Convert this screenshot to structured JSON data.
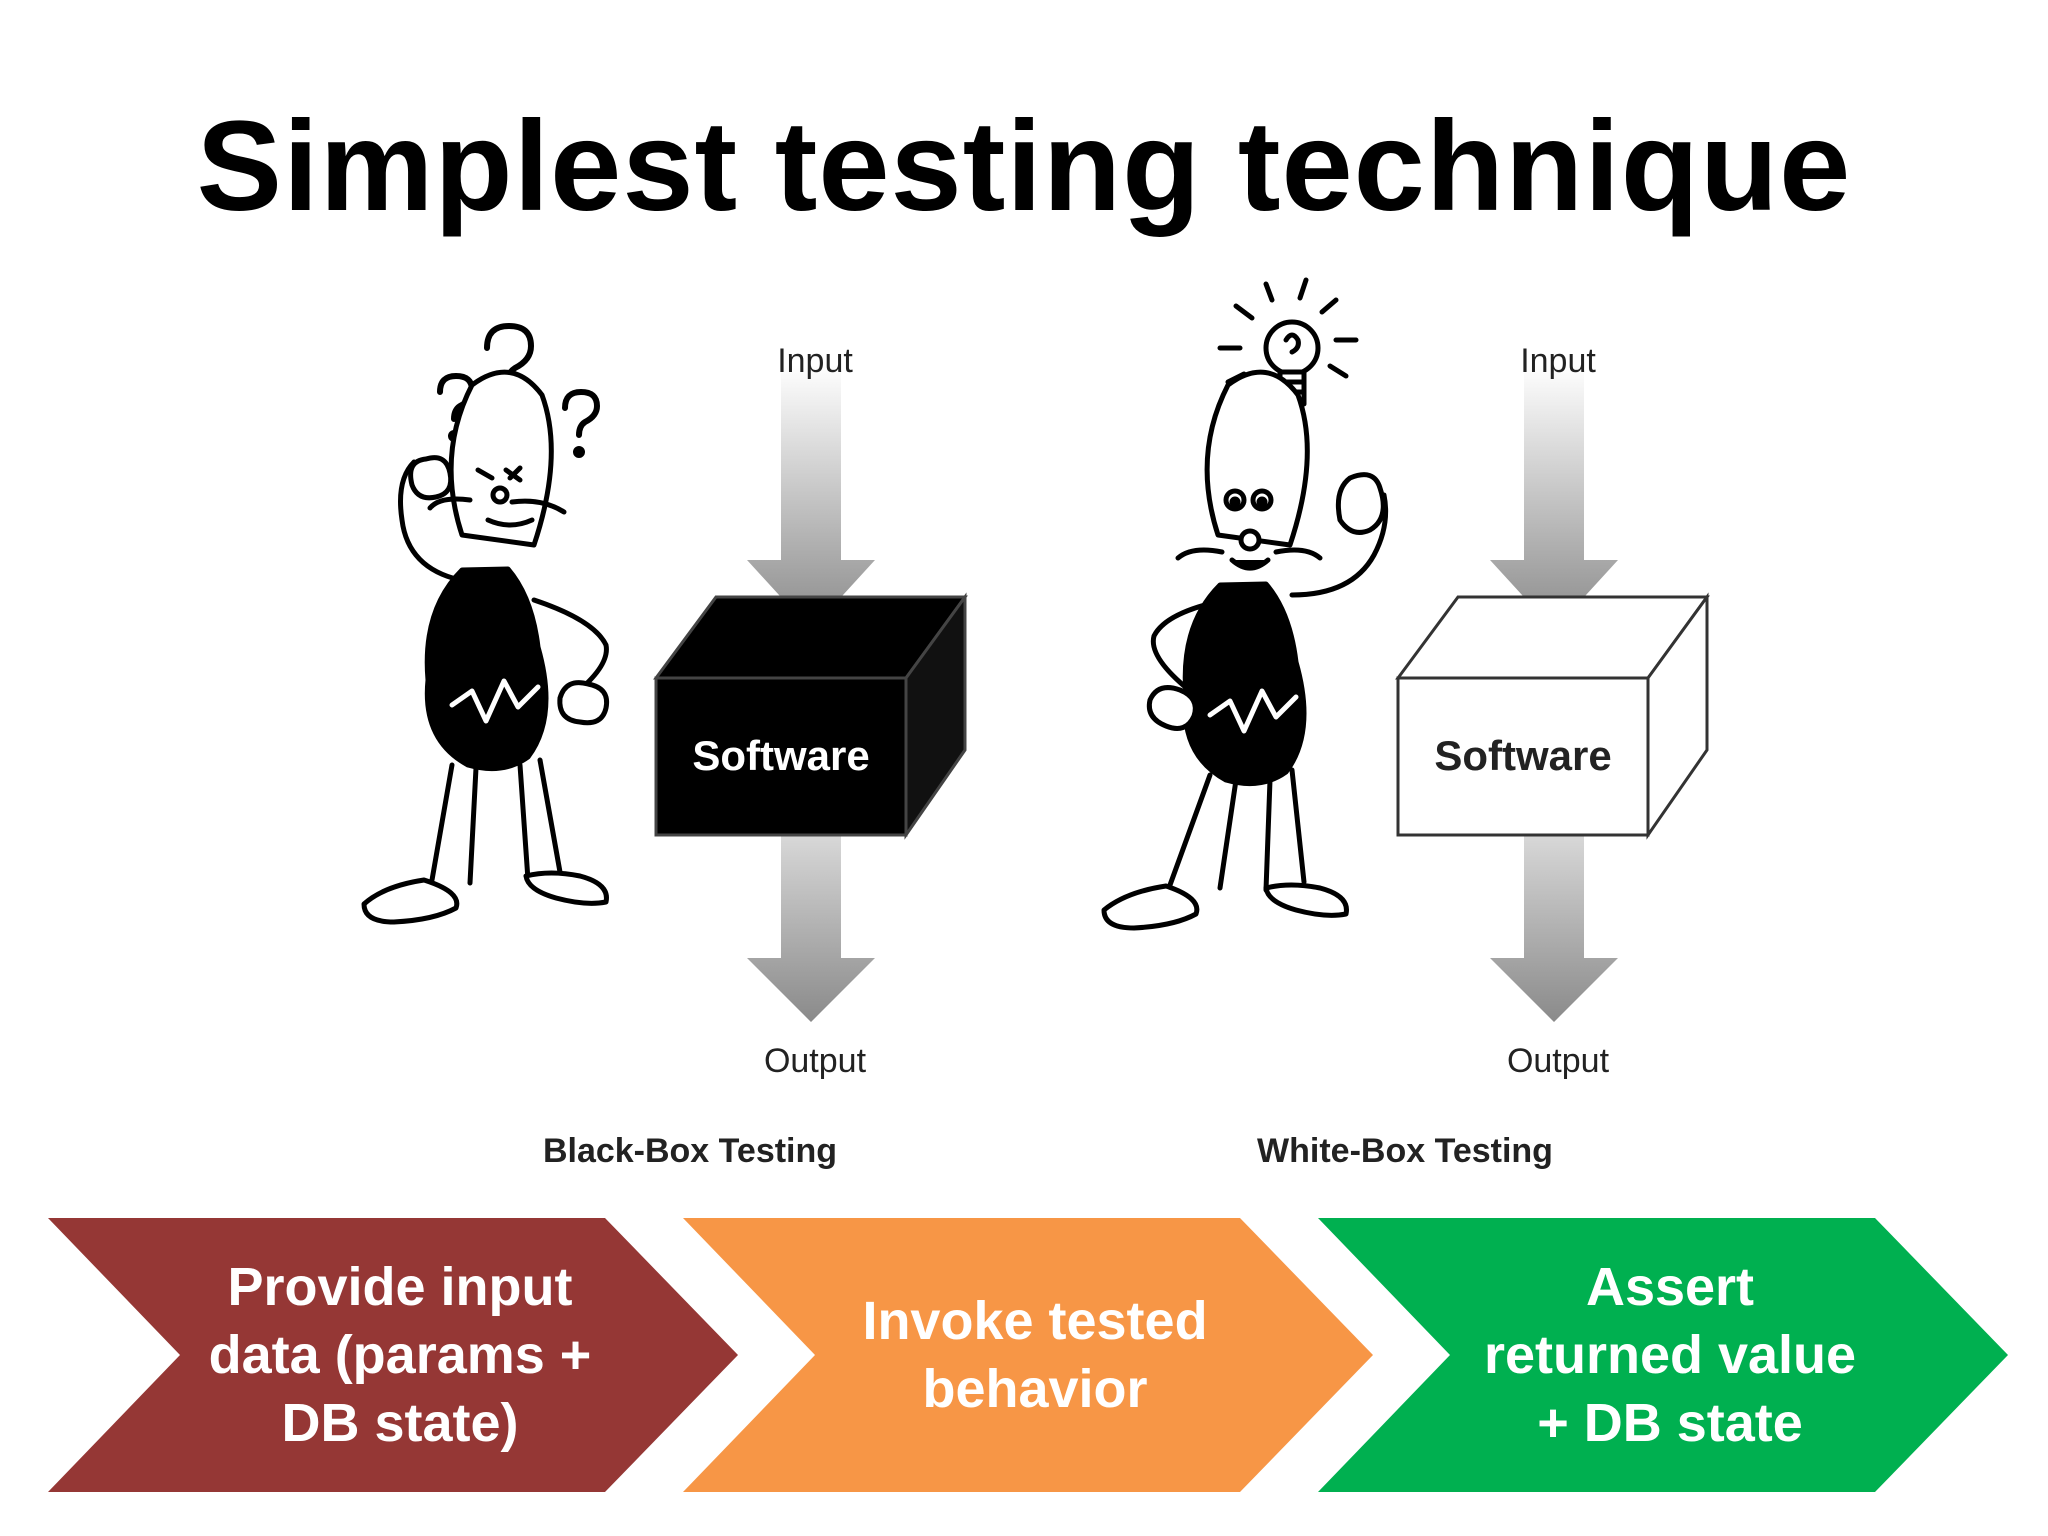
{
  "title": "Simplest testing technique",
  "diagram": {
    "black_box": {
      "input_label": "Input",
      "box_label": "Software",
      "output_label": "Output",
      "caption": "Black-Box Testing"
    },
    "white_box": {
      "input_label": "Input",
      "box_label": "Software",
      "output_label": "Output",
      "caption": "White-Box Testing"
    }
  },
  "steps": [
    {
      "label": "Provide input\ndata (params +\nDB state)",
      "color": "#953735"
    },
    {
      "label": "Invoke tested\nbehavior",
      "color": "#F79646"
    },
    {
      "label": "Assert\nreturned value\n+ DB state",
      "color": "#00B050"
    }
  ]
}
